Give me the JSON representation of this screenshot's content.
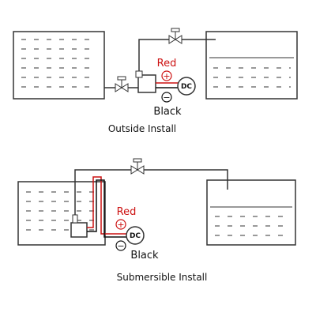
{
  "colors": {
    "red_wire": "#cc1111",
    "black_wire": "#111111",
    "line": "#333333"
  },
  "outside": {
    "caption": "Outside Install",
    "red_label": "Red",
    "black_label": "Black",
    "dc_label": "DC",
    "plus_symbol": "+",
    "minus_symbol": "−"
  },
  "submersible": {
    "caption": "Submersible Install",
    "red_label": "Red",
    "black_label": "Black",
    "dc_label": "DC",
    "plus_symbol": "+",
    "minus_symbol": "−"
  }
}
